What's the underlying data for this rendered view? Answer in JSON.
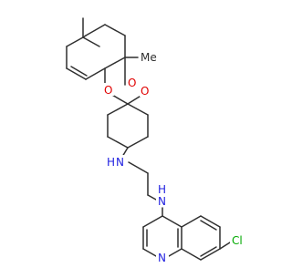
{
  "molecule": {
    "atoms": {
      "methyl": {
        "text": "Me",
        "color": "#2f2f2f"
      },
      "o_ring_left": {
        "text": "O",
        "color": "#e00000"
      },
      "o_peroxide_1": {
        "text": "O",
        "color": "#e00000"
      },
      "o_peroxide_2": {
        "text": "O",
        "color": "#e00000"
      },
      "nh_upper": {
        "text": "H",
        "color": "#2020e0"
      },
      "n_upper": {
        "text": "N",
        "color": "#2020e0"
      },
      "nh_lower": {
        "text": "H",
        "color": "#2020e0"
      },
      "n_lower": {
        "text": "N",
        "color": "#2020e0"
      },
      "n_quinoline": {
        "text": "N",
        "color": "#2020e0"
      },
      "chlorine": {
        "text": "Cl",
        "color": "#00aa00"
      }
    },
    "colors": {
      "bond": "#2f2f2f",
      "oxygen": "#e00000",
      "nitrogen": "#2020e0",
      "chlorine": "#00aa00"
    }
  }
}
